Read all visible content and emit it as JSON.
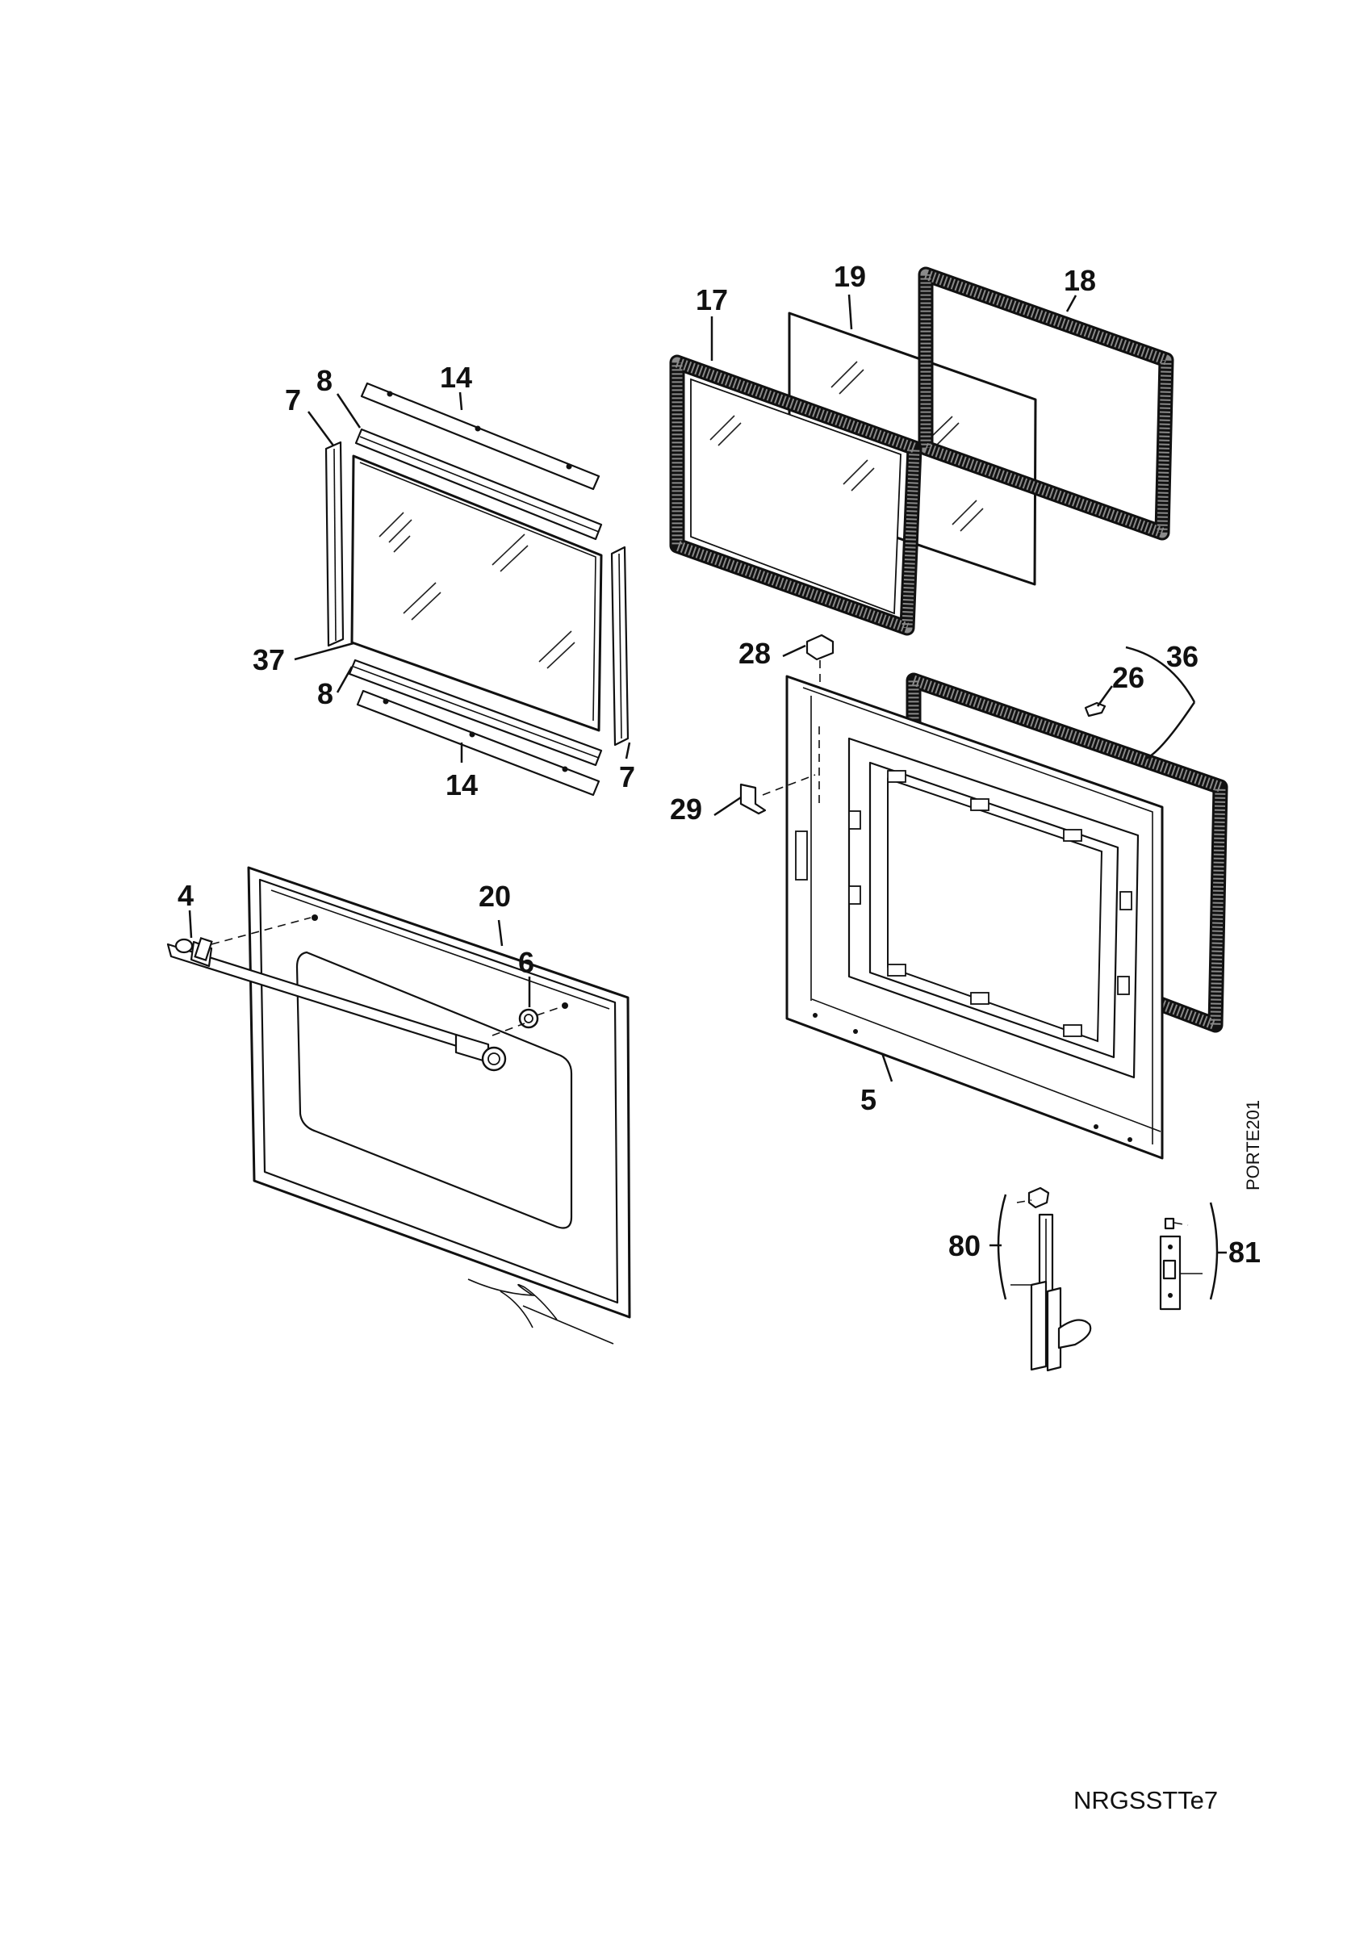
{
  "callouts": {
    "c7a": "7",
    "c8a": "8",
    "c14a": "14",
    "c37": "37",
    "c8b": "8",
    "c14b": "14",
    "c7b": "7",
    "c17": "17",
    "c19": "19",
    "c18": "18",
    "c28": "28",
    "c36": "36",
    "c26": "26",
    "c29": "29",
    "c4": "4",
    "c20": "20",
    "c6": "6",
    "c5": "5",
    "c80": "80",
    "c81": "81"
  },
  "drawing_code": "PORTE201",
  "footer_code": "NRGSSTTe7"
}
